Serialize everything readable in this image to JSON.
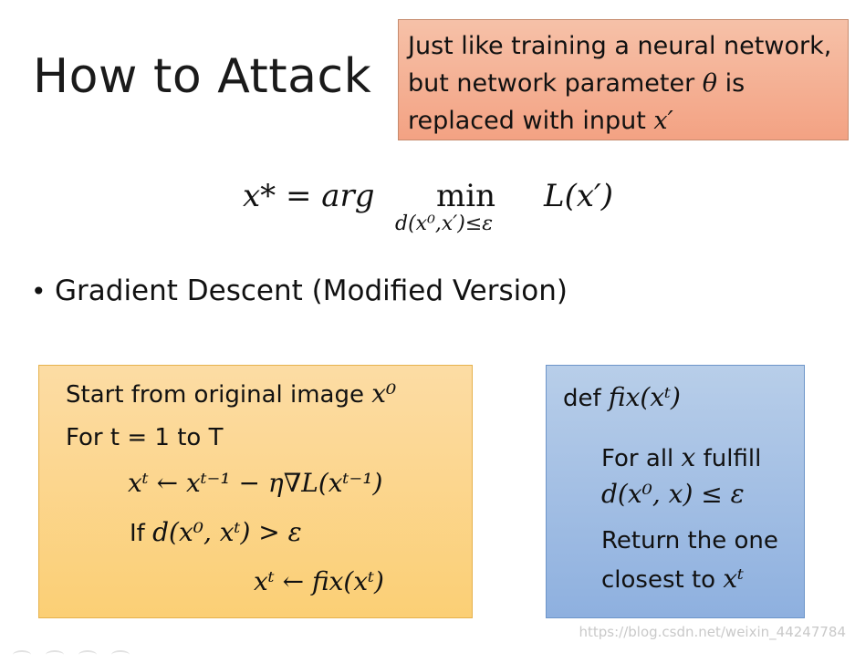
{
  "slide": {
    "title": "How to Attack",
    "note": {
      "line1": "Just like training a neural network,",
      "line2_prefix": "but network parameter ",
      "line2_symbol": "θ",
      "line2_suffix": " is",
      "line3_prefix": "replaced with input ",
      "line3_symbol": "x′"
    },
    "formula": {
      "main": "x* = arg",
      "min_label": "min",
      "constraint": "d(x⁰,x′)≤ε",
      "objective": "L(x′)"
    },
    "bullet": {
      "text": "Gradient Descent (Modified Version)"
    },
    "algorithm": {
      "line1_text": "Start from original image ",
      "line1_math": "x⁰",
      "line2_text": "For t = 1 to T",
      "line3_math": "xᵗ ← xᵗ⁻¹ − η∇L(xᵗ⁻¹)",
      "line4_text": "If ",
      "line4_math": "d(x⁰, xᵗ) > ε",
      "line5_math": "xᵗ ← fix(xᵗ)"
    },
    "fix_box": {
      "line1_text": "def ",
      "line1_math": "fix(xᵗ)",
      "line2_text_a": "For all ",
      "line2_math": "x",
      "line2_text_b": " fulfill",
      "line3_math": "d(x⁰, x) ≤ ε",
      "line4_text": "Return the one",
      "line5_text": "closest to ",
      "line5_math": "xᵗ"
    },
    "watermark": "https://blog.csdn.net/weixin_44247784"
  },
  "colors": {
    "note_bg": "#f4aa8a",
    "algo_bg": "#fbd58a",
    "fix_bg": "#a3bfe5"
  }
}
